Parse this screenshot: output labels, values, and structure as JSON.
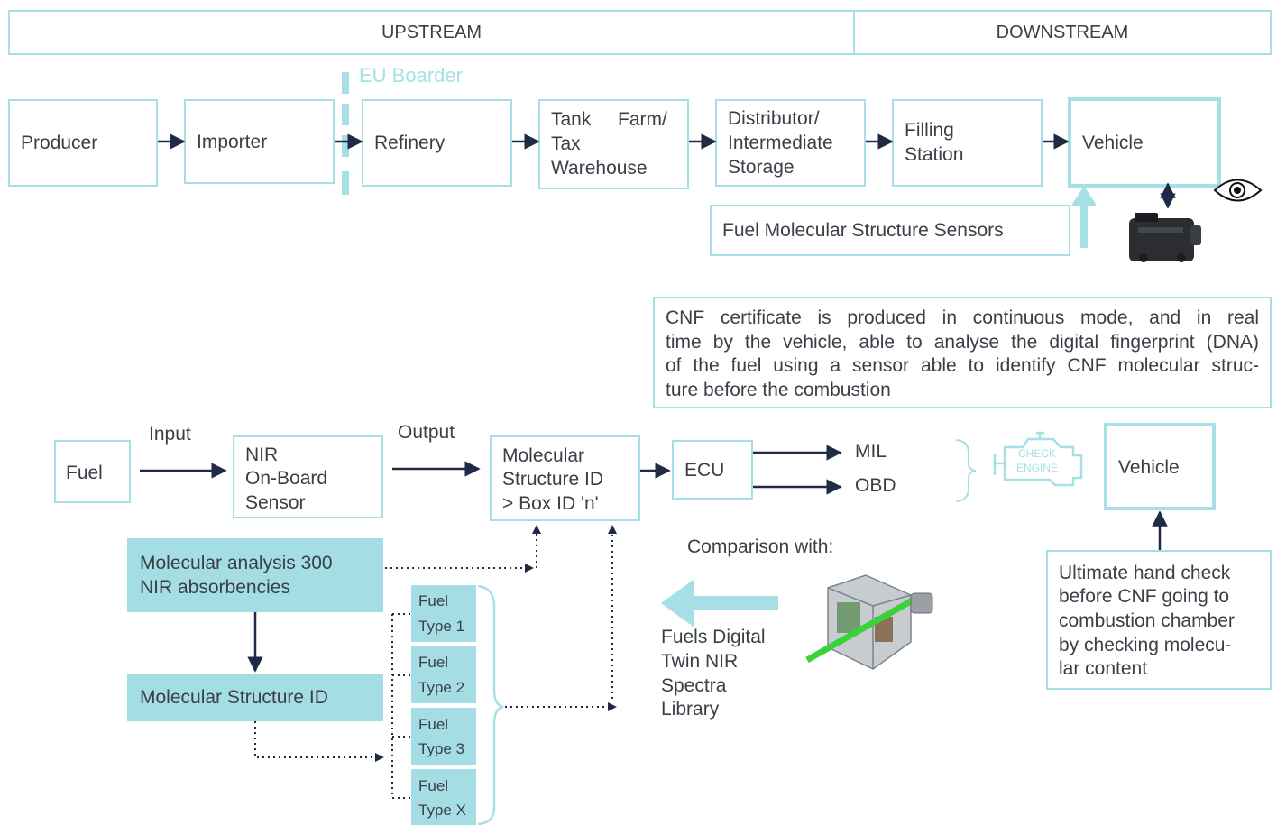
{
  "header": {
    "upstream": "UPSTREAM",
    "downstream": "DOWNSTREAM"
  },
  "eu_border": "EU Boarder",
  "chain": {
    "producer": "Producer",
    "importer": "Importer",
    "refinery": "Refinery",
    "tank_farm": [
      "Tank",
      "Farm/",
      "Tax",
      "Warehouse"
    ],
    "distributor": [
      "Distributor/",
      "Intermediate",
      "Storage"
    ],
    "filling": [
      "Filling",
      "Station"
    ],
    "vehicle": "Vehicle"
  },
  "sensors_label": "Fuel Molecular Structure Sensors",
  "cnf_text": [
    "CNF certificate is produced in continuous mode, and in real",
    "time by the vehicle, able to analyse the digital fingerprint (DNA)",
    "of the fuel using a sensor able to identify CNF molecular struc-",
    "ture before the combustion"
  ],
  "flow": {
    "fuel": "Fuel",
    "input": "Input",
    "nir_sensor": [
      "NIR",
      "On-Board",
      "Sensor"
    ],
    "output": "Output",
    "mol_id_box": [
      "Molecular",
      "Structure ID",
      "> Box ID 'n'"
    ],
    "ecu": "ECU",
    "mil": "MIL",
    "obd": "OBD",
    "check_engine": [
      "CHECK",
      "ENGINE"
    ],
    "vehicle": "Vehicle"
  },
  "analysis": [
    "Molecular analysis 300",
    "NIR absorbencies"
  ],
  "mol_structure_id": "Molecular Structure ID",
  "fuel_types": [
    [
      "Fuel",
      "Type 1"
    ],
    [
      "Fuel",
      "Type 2"
    ],
    [
      "Fuel",
      "Type 3"
    ],
    [
      "Fuel",
      "Type X"
    ]
  ],
  "comparison": "Comparison with:",
  "digital_twin": [
    "Fuels Digital",
    "Twin NIR",
    "Spectra",
    "Library"
  ],
  "hand_check": [
    "Ultimate hand check",
    "before CNF going to",
    "combustion chamber",
    "by checking molecu-",
    "lar content"
  ],
  "colors": {
    "accent": "#a6dfe6",
    "fill": "#a5dde5",
    "text": "#3a3f47",
    "arrow": "#1f2a44",
    "green": "#3ad13a"
  }
}
